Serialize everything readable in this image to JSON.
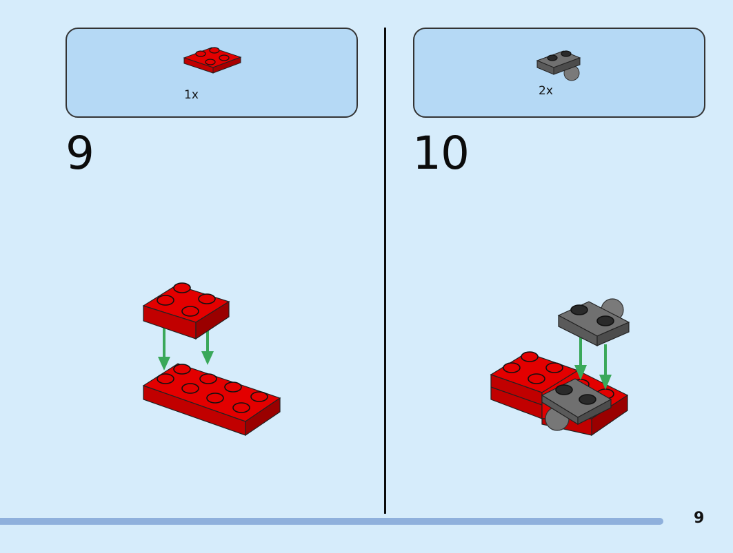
{
  "steps": [
    {
      "number": "9",
      "parts": [
        {
          "quantity": "1x",
          "color": "#e30000",
          "shape": "plate-2x2"
        }
      ]
    },
    {
      "number": "10",
      "parts": [
        {
          "quantity": "2x",
          "color": "#6e6e6e",
          "shape": "plate-1x2-with-tow-ball"
        }
      ]
    }
  ],
  "page": {
    "number": "9"
  },
  "colors": {
    "background": "#d6ecfb",
    "parts_box": "#b5d9f5",
    "brick_red": "#e30000",
    "brick_gray": "#6e6e6e",
    "arrow_green": "#3aa85a",
    "progress": "#8fb0dc"
  }
}
